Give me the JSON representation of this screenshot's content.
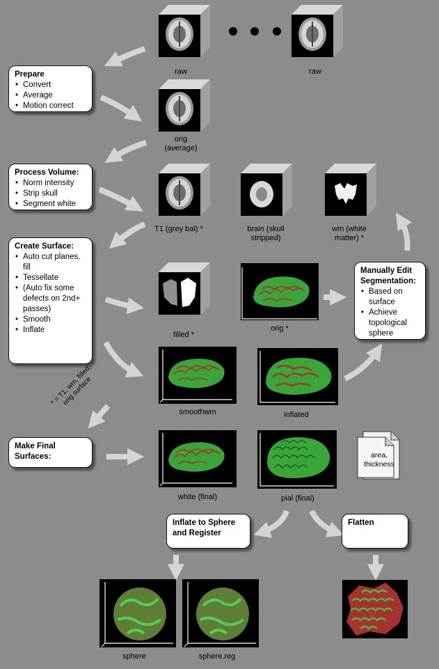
{
  "colors": {
    "background": "#8c8c8c",
    "box": "#ffffff",
    "arrow": "#d4d4d4",
    "cortex_green": "#3aa63a",
    "sulci_red": "#a8322d"
  },
  "steps": {
    "prepare": {
      "title": "Prepare",
      "items": [
        "Convert",
        "Average",
        "Motion correct"
      ]
    },
    "process_volume": {
      "title": "Process Volume:",
      "items": [
        "Norm intensity",
        "Strip skull",
        "Segment white"
      ]
    },
    "create_surface": {
      "title": "Create Surface:",
      "items": [
        "Auto cut planes, fill",
        "Tessellate",
        "(Auto fix some defects on 2nd+ passes)",
        "Smooth",
        "Inflate"
      ]
    },
    "manual_edit": {
      "title": "Manually Edit Segmentation:",
      "items": [
        "Based on surface",
        "Achieve topological sphere"
      ]
    },
    "make_final": {
      "title": "Make Final Surfaces:"
    },
    "inflate_sphere": {
      "title": "Inflate to Sphere and Register"
    },
    "flatten": {
      "title": "Flatten"
    }
  },
  "captions": {
    "raw1": "raw",
    "raw2": "raw",
    "orig_avg": "orig (average)",
    "t1": "T1 (grey bal) *",
    "brain": "brain (skull stripped)",
    "wm": "wm (white matter) *",
    "filled": "filled *",
    "orig_surf": "orig *",
    "smoothwm": "smoothwm",
    "inflated": "inflated",
    "white": "white (final)",
    "pial": "pial (final)",
    "sphere": "sphere",
    "sphere_reg": "sphere.reg"
  },
  "note": "* = T1, wm, filled, orig surface",
  "doc_label": "area, thickness"
}
